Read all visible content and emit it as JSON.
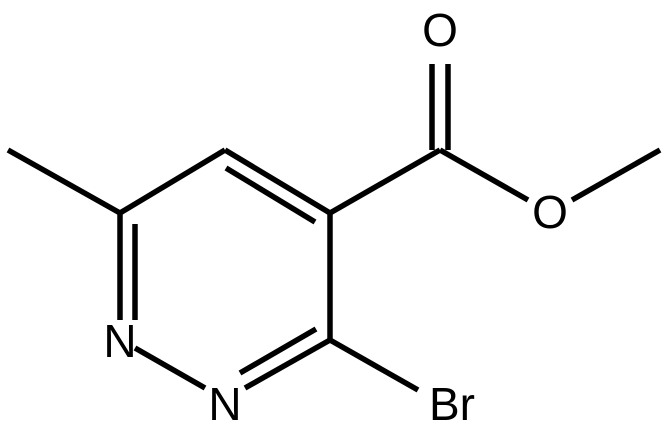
{
  "structure": {
    "colors": {
      "bond": "#000000",
      "label": "#000000",
      "background": "#ffffff"
    },
    "atom_labels": {
      "carbonyl_oxygen": "O",
      "ester_oxygen": "O",
      "ring_nitrogen_1": "N",
      "ring_nitrogen_2": "N",
      "bromine": "Br"
    }
  }
}
